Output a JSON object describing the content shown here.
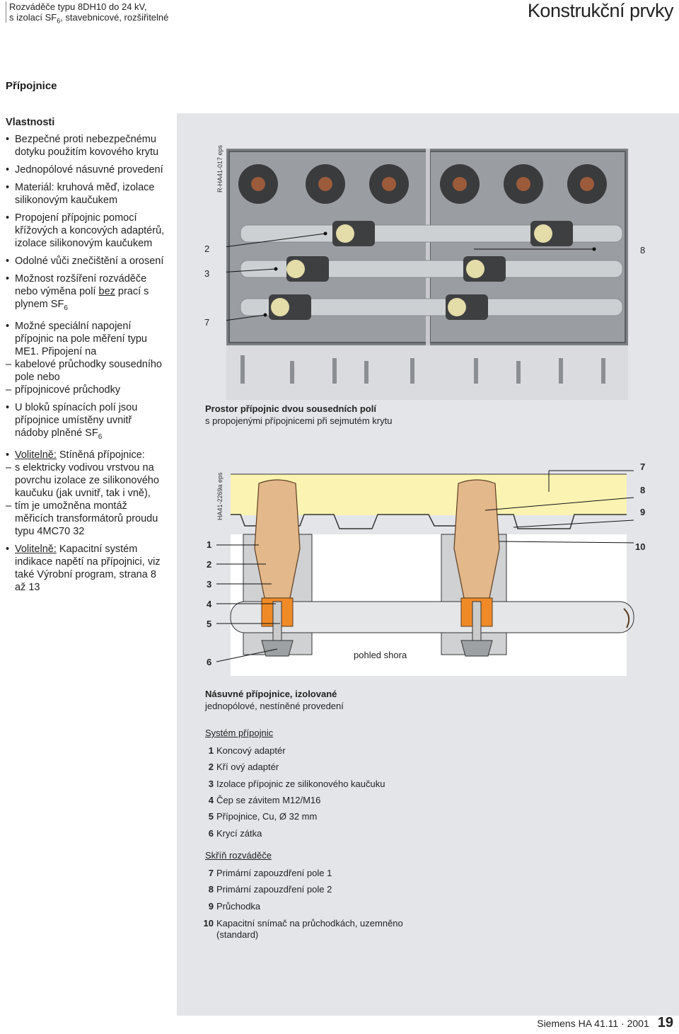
{
  "header": {
    "line1": "Rozváděče typu 8DH10 do 24 kV,",
    "line2_pre": "s izolací SF",
    "line2_sub": "6",
    "line2_post": ", stavebnicové, rozšiřitelné",
    "section": "Konstrukční prvky"
  },
  "page_title": "Přípojnice",
  "features": {
    "heading": "Vlastnosti",
    "f1": "Bezpečné proti nebezpečnému dotyku použitím kovového krytu",
    "f2": "Jednopólové násuvné provedení",
    "f3": "Materiál: kruhová měď, izolace silikonovým kaučukem",
    "f4": "Propojení přípojnic pomocí křížových a koncových adaptérů, izolace silikonovým kaučukem",
    "f5": "Odolné vůči znečištění a orosení",
    "f6_a": "Možnost rozšíření rozváděče nebo výměna polí ",
    "f6_u": "bez",
    "f6_b": " prací s plynem SF",
    "f6_sub": "6",
    "f7_main": "Možné speciální napojení přípojnic na pole měření typu ME1. Připojení na",
    "f7_s1": "kabelové průchodky sousedního pole nebo",
    "f7_s2": "přípojnicové průchodky",
    "f8_a": "U bloků spínacích polí jsou přípojnice umístěny uvnitř nádoby plněné SF",
    "f8_sub": "6",
    "f9_u": "Volitelně:",
    "f9_main": " Stíněná přípojnice:",
    "f9_s1": "s elektricky vodivou vrstvou na povrchu izolace ze silikonového kaučuku (jak uvnitř, tak i vně),",
    "f9_s2": "tím je umožněna montáž měřicích transformátorů proudu typu 4MC70 32",
    "f10_u": "Volitelně:",
    "f10_main": " Kapacitní systém indikace napětí na přípojnici, viz také Výrobní program, strana 8 až 13"
  },
  "photo": {
    "code": "R-HA41-017 eps",
    "labels": {
      "l2": "2",
      "l3": "3",
      "l7": "7",
      "l8": "8"
    },
    "caption_bold": "Prostor přípojnic dvou sousedních polí",
    "caption": "s propojenými přípojnicemi při sejmutém krytu"
  },
  "drawing": {
    "code": "HA41-2269a eps",
    "left_labels": [
      "1",
      "2",
      "3",
      "4",
      "5",
      "6"
    ],
    "right_labels": [
      "7",
      "8",
      "9",
      "10"
    ],
    "view_note": "pohled shora",
    "caption_bold": "Násuvné přípojnice, izolované",
    "caption": "jednopólové, nestíněné provedení"
  },
  "legend_system": {
    "heading": "Systém přípojnic",
    "items": [
      {
        "n": "1",
        "t": "Koncový adaptér"
      },
      {
        "n": "2",
        "t": "Kří ový adaptér"
      },
      {
        "n": "3",
        "t": "Izolace přípojnic ze silikonového kaučuku"
      },
      {
        "n": "4",
        "t": "Čep se závitem M12/M16"
      },
      {
        "n": "5",
        "t": "Přípojnice, Cu, Ø 32 mm"
      },
      {
        "n": "6",
        "t": "Krycí zátka"
      }
    ]
  },
  "legend_cabinet": {
    "heading": "Skříň rozváděče",
    "items": [
      {
        "n": "7",
        "t": "Primární zapouzdření pole 1"
      },
      {
        "n": "8",
        "t": "Primární zapouzdření pole 2"
      },
      {
        "n": "9",
        "t": "Průchodka"
      },
      {
        "n": "10",
        "t": "Kapacitní snímač na průchodkách, uzemněno (standard)"
      }
    ]
  },
  "footer": {
    "ref": "Siemens HA 41.11 · 2001",
    "page": "19"
  }
}
